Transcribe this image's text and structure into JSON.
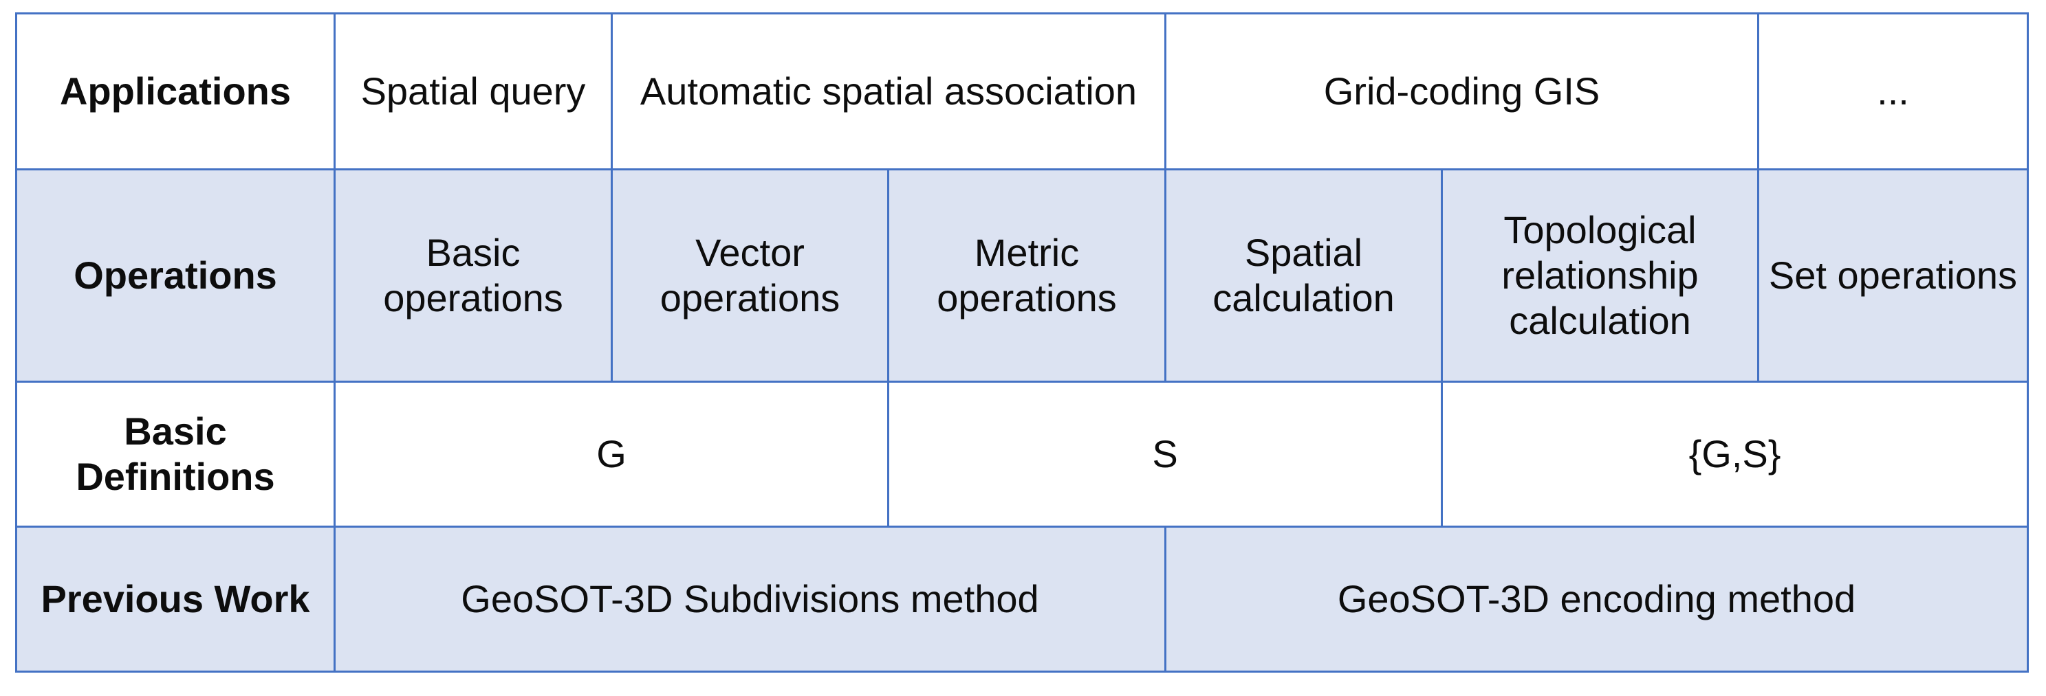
{
  "figure": {
    "kind": "framework-layer-table",
    "colors": {
      "border": "#4472C4",
      "shaded_row_background": "#DCE3F2",
      "white_row_background": "#FFFFFF",
      "text": "#0D0D0D"
    }
  },
  "table": {
    "rows": [
      {
        "id": "applications",
        "label": "Applications",
        "shaded": false,
        "cells": [
          {
            "text": "Spatial query"
          },
          {
            "text": "Automatic spatial association"
          },
          {
            "text": "Grid-coding GIS"
          },
          {
            "text": "..."
          }
        ]
      },
      {
        "id": "operations",
        "label": "Operations",
        "shaded": true,
        "cells": [
          {
            "text": "Basic operations"
          },
          {
            "text": "Vector operations"
          },
          {
            "text": "Metric operations"
          },
          {
            "text": "Spatial calculation"
          },
          {
            "text": "Topological relationship calculation"
          },
          {
            "text": "Set operations"
          }
        ]
      },
      {
        "id": "basic-definitions",
        "label": "Basic Definitions",
        "shaded": false,
        "cells": [
          {
            "text": "G"
          },
          {
            "text": "S"
          },
          {
            "text": "{G,S}"
          }
        ]
      },
      {
        "id": "previous-work",
        "label": "Previous Work",
        "shaded": true,
        "cells": [
          {
            "text": "GeoSOT-3D Subdivisions method"
          },
          {
            "text": "GeoSOT-3D encoding method"
          }
        ]
      }
    ]
  }
}
